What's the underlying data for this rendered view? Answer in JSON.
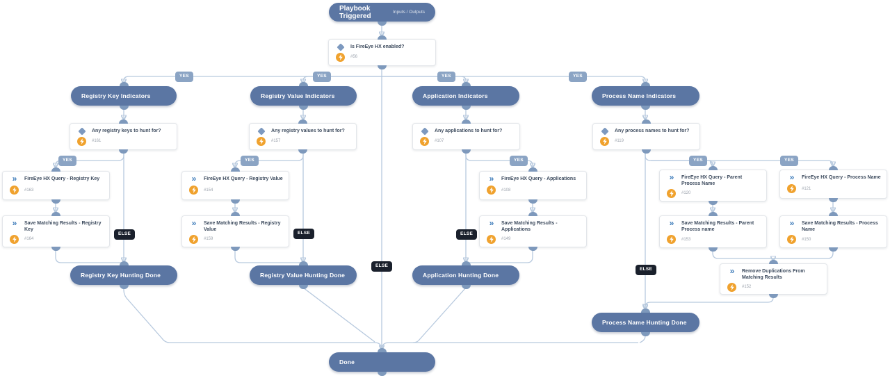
{
  "labels": {
    "yes": "YES",
    "else": "ELSE"
  },
  "trigger": {
    "title": "Playbook Triggered",
    "io": "Inputs / Outputs"
  },
  "conditions": [
    {
      "title": "Is FireEye HX enabled?",
      "id": "#56"
    },
    {
      "title": "Any registry keys to hunt for?",
      "id": "#161"
    },
    {
      "title": "Any registry values to hunt for?",
      "id": "#157"
    },
    {
      "title": "Any applications to hunt for?",
      "id": "#107"
    },
    {
      "title": "Any process names to hunt for?",
      "id": "#119"
    }
  ],
  "sections": [
    {
      "label": "Registry Key Indicators"
    },
    {
      "label": "Registry Value Indicators"
    },
    {
      "label": "Application Indicators"
    },
    {
      "label": "Process Name Indicators"
    }
  ],
  "done_pills": [
    {
      "label": "Registry Key Hunting Done"
    },
    {
      "label": "Registry Value Hunting Done"
    },
    {
      "label": "Application Hunting Done"
    },
    {
      "label": "Process Name Hunting Done"
    },
    {
      "label": "Done"
    }
  ],
  "tasks": [
    {
      "title": "FireEye HX Query - Registry Key",
      "id": "#163"
    },
    {
      "title": "Save Matching Results - Registry Key",
      "id": "#164"
    },
    {
      "title": "FireEye HX Query - Registry Value",
      "id": "#154"
    },
    {
      "title": "Save Matching Results - Registry Value",
      "id": "#159"
    },
    {
      "title": "FireEye HX Query - Applications",
      "id": "#108"
    },
    {
      "title": "Save Matching Results - Applications",
      "id": "#149"
    },
    {
      "title": "FireEye HX Query - Parent Process Name",
      "id": "#120"
    },
    {
      "title": "FireEye HX Query - Process Name",
      "id": "#121"
    },
    {
      "title": "Save Matching Results - Parent Process name",
      "id": "#153"
    },
    {
      "title": "Save Matching Results - Process Name",
      "id": "#150"
    },
    {
      "title": "Remove Duplications From Matching Results",
      "id": "#152"
    }
  ],
  "colors": {
    "pill": "#5b76a3",
    "connector": "#b7c9de",
    "yes_badge": "#8ba4c4",
    "else_badge": "#1a202c",
    "bolt_icon": "#f0a22e",
    "chevron_icon": "#3f7cba",
    "diamond_icon": "#7d99bf",
    "dot": "#7e99bc",
    "task_title": "#3c4a5d"
  }
}
